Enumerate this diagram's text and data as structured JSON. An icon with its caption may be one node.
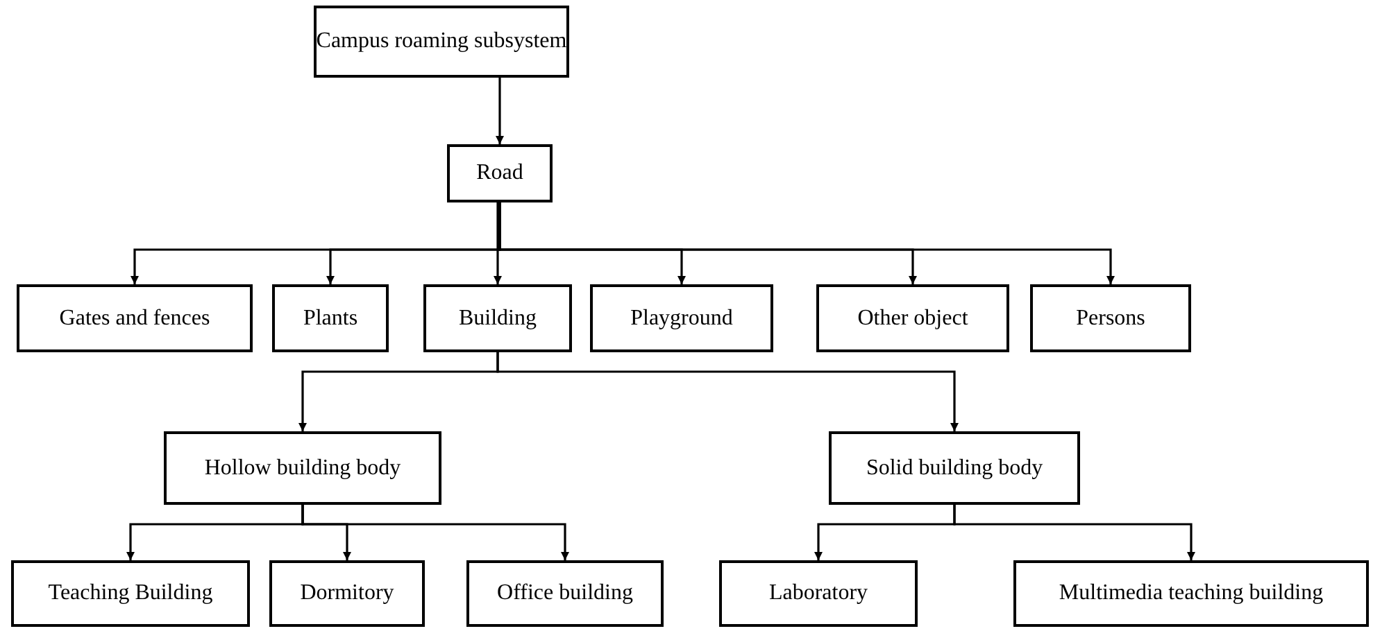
{
  "diagram": {
    "nodes": [
      {
        "text": [
          "Campus roaming subsystem"
        ]
      },
      {
        "text": [
          "Road"
        ]
      },
      {
        "text": [
          "Gates and fences"
        ]
      },
      {
        "text": [
          "Plants"
        ]
      },
      {
        "text": [
          "Building"
        ]
      },
      {
        "text": [
          "Playground"
        ]
      },
      {
        "text": [
          "Other object"
        ]
      },
      {
        "text": [
          "Persons"
        ]
      },
      {
        "text": [
          "Hollow building body"
        ]
      },
      {
        "text": [
          "Solid building body"
        ]
      },
      {
        "text": [
          "Teaching Building"
        ]
      },
      {
        "text": [
          "Dormitory"
        ]
      },
      {
        "text": [
          "Office building"
        ]
      },
      {
        "text": [
          "Laboratory"
        ]
      },
      {
        "text": [
          "Multimedia teaching building"
        ]
      }
    ],
    "edges": [
      {
        "from": 0,
        "to": 1,
        "arrow": "to"
      },
      {
        "from": 1,
        "to": 2,
        "arrow": "to"
      },
      {
        "from": 1,
        "to": 3,
        "arrow": "to"
      },
      {
        "from": 1,
        "to": 4,
        "arrow": "to"
      },
      {
        "from": 1,
        "to": 5,
        "arrow": "to"
      },
      {
        "from": 1,
        "to": 6,
        "arrow": "to"
      },
      {
        "from": 1,
        "to": 7,
        "arrow": "to"
      },
      {
        "from": 4,
        "to": 8,
        "arrow": "to"
      },
      {
        "from": 4,
        "to": 9,
        "arrow": "to"
      },
      {
        "from": 8,
        "to": 10,
        "arrow": "to"
      },
      {
        "from": 8,
        "to": 11,
        "arrow": "to"
      },
      {
        "from": 8,
        "to": 12,
        "arrow": "to"
      },
      {
        "from": 9,
        "to": 13,
        "arrow": "to"
      },
      {
        "from": 9,
        "to": 14,
        "arrow": "to"
      }
    ]
  }
}
